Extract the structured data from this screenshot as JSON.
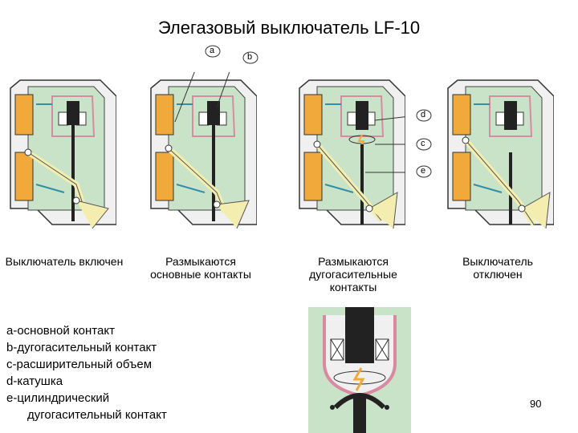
{
  "title": "Элегазовый выключатель LF-10",
  "panels": [
    {
      "caption": "Выключатель включен"
    },
    {
      "caption": "Размыкаются основные контакты"
    },
    {
      "caption": "Размыкаются дугогасительные контакты"
    },
    {
      "caption": "Выключатель отключен"
    }
  ],
  "callouts": {
    "a": "a",
    "b": "b",
    "c": "c",
    "d": "d",
    "e": "e"
  },
  "legend": [
    "a-основной контакт",
    "b-дугогасительный контакт",
    "c-расширительный объем",
    "d-катушка",
    "e-цилиндрический",
    "дугогасительный контакт"
  ],
  "page_number": "90",
  "colors": {
    "gas_chamber": "#c9e3c9",
    "housing": "#f0f0f0",
    "contact_gold": "#f2a93b",
    "linkage": "#f3eeb0",
    "outline_pink": "#d98aa0",
    "pipe_blue": "#2f8fa8",
    "rod": "#222222"
  }
}
